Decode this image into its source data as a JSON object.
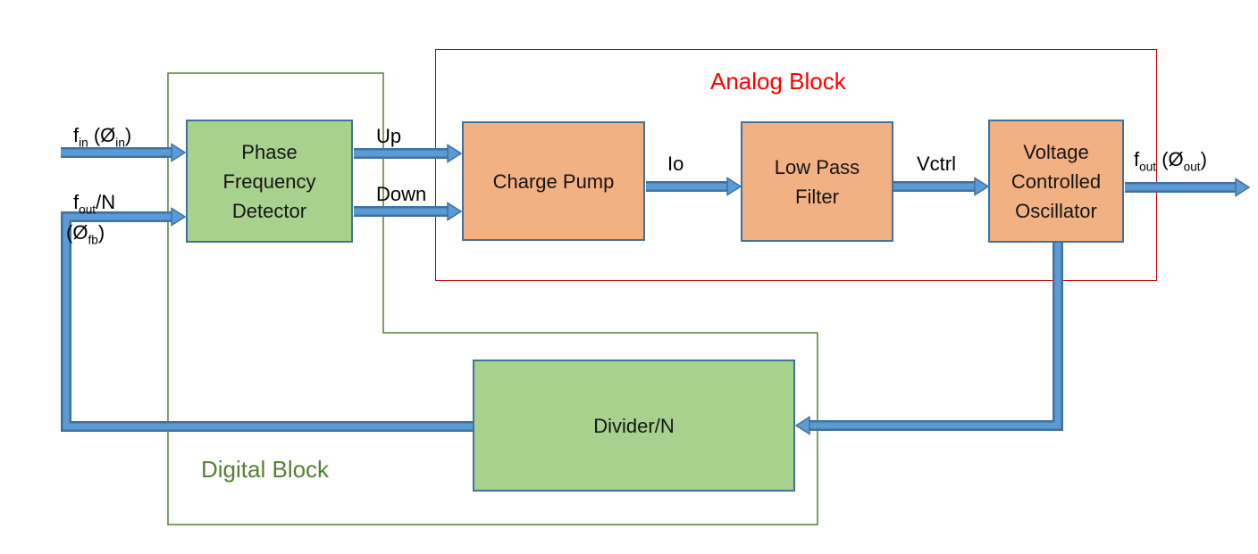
{
  "colors": {
    "block_border": "#41719C",
    "green_fill": "#A9D18E",
    "orange_fill": "#F2B183",
    "arrow_fill": "#5B9BD5",
    "arrow_outline": "#41719C",
    "analog_outline": "#C00000",
    "analog_text": "#FF0000",
    "digital_outline": "#538135",
    "digital_text": "#538135"
  },
  "containers": {
    "analog": {
      "label": "Analog Block"
    },
    "digital": {
      "label": "Digital Block"
    }
  },
  "blocks": {
    "pfd": {
      "label": "Phase Frequency Detector"
    },
    "charge_pump": {
      "label": "Charge Pump"
    },
    "low_pass_filter": {
      "label": "Low Pass Filter"
    },
    "vco": {
      "label": "Voltage Controlled Oscillator"
    },
    "divider": {
      "label": "Divider/N"
    }
  },
  "signals": {
    "fin": {
      "base": "f",
      "sub1": "in",
      "mid": " (Ø",
      "sub2": "in",
      "end": ")"
    },
    "feedback_top": {
      "base": "f",
      "sub1": "out",
      "end": "/N"
    },
    "feedback_bottom": {
      "base": "(Ø",
      "sub1": "fb",
      "end": ")"
    },
    "up": "Up",
    "down": "Down",
    "io": "Io",
    "vctrl": "Vctrl",
    "fout": {
      "base": "f",
      "sub1": "out",
      "mid": " (Ø",
      "sub2": "out",
      "end": ")"
    }
  }
}
